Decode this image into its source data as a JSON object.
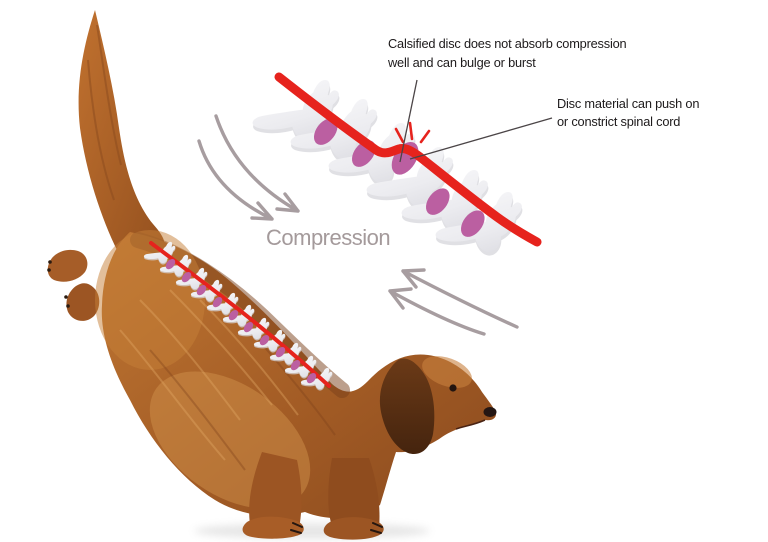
{
  "figure": {
    "annotations": {
      "calcified_disc": {
        "line1": "Calsified disc does not absorb compression",
        "line2": "well and can bulge or burst"
      },
      "disc_material": {
        "line1": "Disc material can push on",
        "line2": "or constrict spinal cord"
      }
    },
    "compression_label": "Compression",
    "colors": {
      "spinal_cord_red": "#e6231d",
      "disc_magenta": "#bb5fa1",
      "bone_light": "#f5f5f7",
      "bone_shadow": "#d5d5db",
      "arrow_gray": "#a79da0",
      "compression_label_gray": "#a49a9b",
      "annotation_text": "#1d1a1b",
      "leader_line": "#4b4547",
      "dog_fur_main": "#b06a31"
    },
    "spine_diagram": {
      "vertebrae_count": 6,
      "discs_count": 5,
      "bulging_disc_present": true
    },
    "dog_spine_overlay": {
      "vertebrae_count": 11,
      "discs_count": 10
    }
  }
}
